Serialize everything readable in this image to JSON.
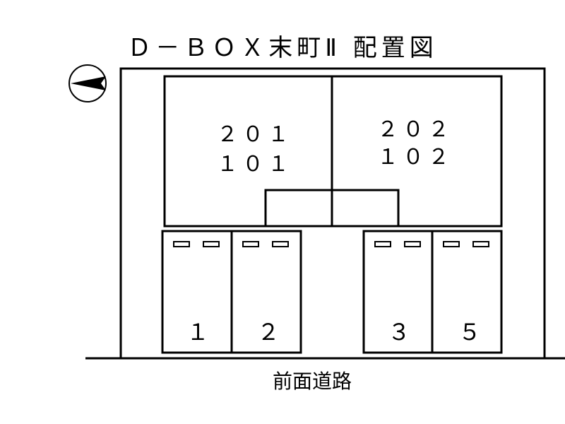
{
  "title": "Ｄ－ＢＯＸ末町Ⅱ 配置図",
  "units": [
    {
      "upper": "２０１",
      "lower": "１０１"
    },
    {
      "upper": "２０２",
      "lower": "１０２"
    }
  ],
  "parking": [
    "１",
    "２",
    "３",
    "５"
  ],
  "road_label": "前面道路",
  "compass": "north-arrow-icon"
}
